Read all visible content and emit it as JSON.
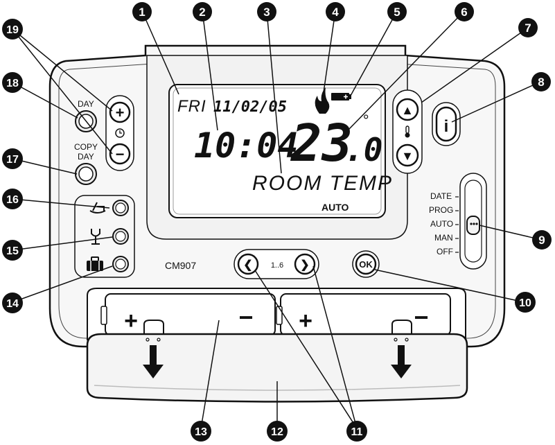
{
  "display": {
    "day": "FRI",
    "date": "11/02/05",
    "time": "10:04",
    "temperature": "23",
    "temperature_decimal": ".0",
    "degree_symbol": "°",
    "message": "ROOM TEMP",
    "mode": "AUTO"
  },
  "buttons": {
    "day_label": "DAY",
    "copy_day_label_line1": "COPY",
    "copy_day_label_line2": "DAY",
    "plus": "+",
    "minus": "−",
    "ok": "OK",
    "info": "i",
    "up": "▲",
    "down": "▼",
    "prev": "❮",
    "next": "❯",
    "range": "1..6"
  },
  "switch": {
    "positions": [
      "DATE",
      "PROG",
      "AUTO",
      "MAN",
      "OFF"
    ],
    "selected": "AUTO"
  },
  "model": "CM907",
  "battery_signs": {
    "left_plus": "+",
    "left_minus": "−",
    "right_plus": "+",
    "right_minus": "−"
  },
  "callouts": [
    "1",
    "2",
    "3",
    "4",
    "5",
    "6",
    "7",
    "8",
    "9",
    "10",
    "11",
    "12",
    "13",
    "14",
    "15",
    "16",
    "17",
    "18",
    "19"
  ]
}
